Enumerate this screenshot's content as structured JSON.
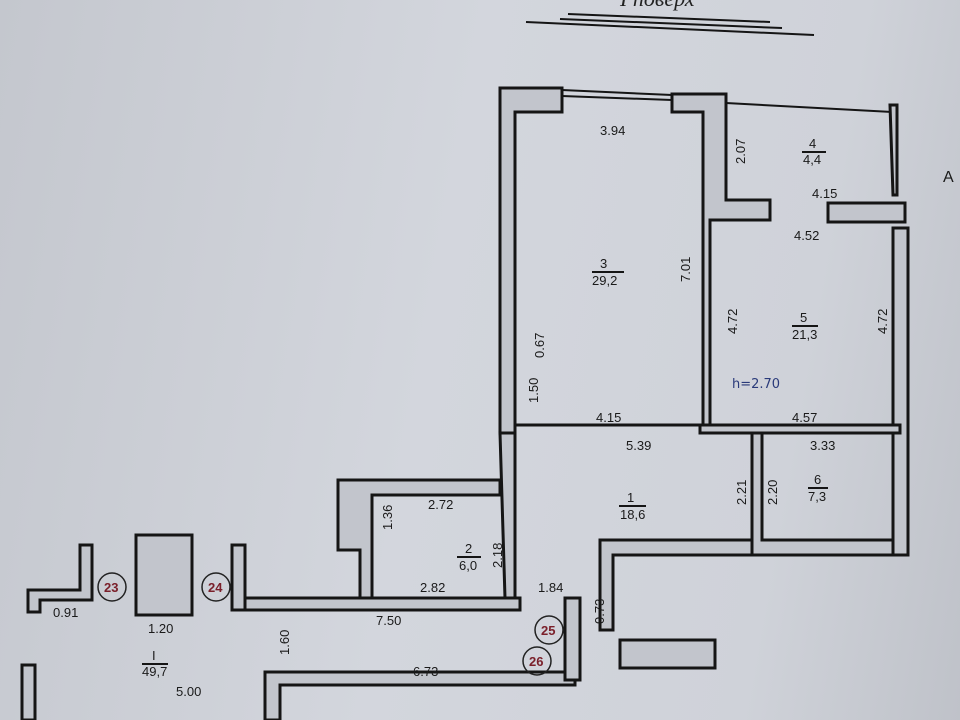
{
  "title": "I поверх",
  "rooms": [
    {
      "num": "1",
      "area": "18,6"
    },
    {
      "num": "2",
      "area": "6,0"
    },
    {
      "num": "3",
      "area": "29,2"
    },
    {
      "num": "4",
      "area": "4,4"
    },
    {
      "num": "5",
      "area": "21,3"
    },
    {
      "num": "6",
      "area": "7,3"
    },
    {
      "num": "I",
      "area": "49,7"
    }
  ],
  "dimensions": {
    "r3_top": "3.94",
    "r3_right": "7.01",
    "r3_left_a": "0.67",
    "r3_left_b": "1.50",
    "r3_bottom": "4.15",
    "r4_left": "2.07",
    "r4_bottom": "4.15",
    "r5_top": "4.52",
    "r5_left": "4.72",
    "r5_right": "4.72",
    "r5_bottom": "4.57",
    "r1_top": "5.39",
    "r1_right_a": "2.21",
    "r1_right_b": "0.73",
    "r6_top": "3.33",
    "r6_left": "2.20",
    "r2_top": "2.72",
    "r2_left": "1.36",
    "r2_right": "2.18",
    "r2_bottom": "2.82",
    "cor_a": "1.84",
    "cor_b": "7.50",
    "cor_c": "1.60",
    "cor_d": "6.73",
    "cor_e": "0.91",
    "cor_f": "1.20",
    "cor_g": "5.00"
  },
  "height_note": "h=2.70",
  "markers": [
    "23",
    "24",
    "25",
    "26"
  ],
  "edge_letter": "А"
}
